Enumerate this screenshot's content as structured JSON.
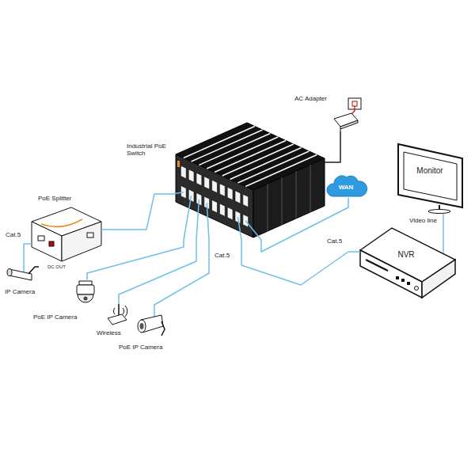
{
  "diagram": {
    "nodes": [
      {
        "text": [
          "AC Adapter"
        ]
      },
      {
        "text": [
          "Industrial PoE Switch"
        ]
      },
      {
        "text": [
          "WAN"
        ]
      },
      {
        "text": [
          "Monitor"
        ]
      },
      {
        "text": [
          "NVR"
        ]
      },
      {
        "text": [
          "PoE Splitter"
        ]
      },
      {
        "text": [
          "IP Camera"
        ]
      },
      {
        "text": [
          "PoE IP Camera"
        ]
      },
      {
        "text": [
          "Wireless"
        ]
      },
      {
        "text": [
          "PoE IP Camera"
        ]
      }
    ],
    "edges": [
      {
        "from": 0,
        "to": 1,
        "arrow": "none"
      },
      {
        "from": 1,
        "to": 2,
        "arrow": "none"
      },
      {
        "from": 1,
        "to": 4,
        "label": "Cat.5",
        "arrow": "none"
      },
      {
        "from": 4,
        "to": 3,
        "label": "Video line",
        "arrow": "none"
      },
      {
        "from": 1,
        "to": 5,
        "arrow": "none"
      },
      {
        "from": 5,
        "to": 6,
        "label": "Cat.5",
        "arrow": "none"
      },
      {
        "from": 1,
        "to": 7,
        "arrow": "none"
      },
      {
        "from": 1,
        "to": 8,
        "arrow": "none"
      },
      {
        "from": 1,
        "to": 9,
        "label": "Cat.5",
        "arrow": "none"
      }
    ],
    "labels": [
      "DC OUT"
    ]
  }
}
